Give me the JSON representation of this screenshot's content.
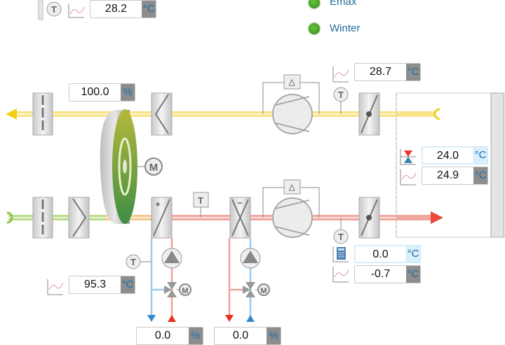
{
  "status": {
    "emax_label": "Emax",
    "winter_label": "Winter",
    "led_color": "#4caf2a"
  },
  "sensors": {
    "outdoor_temp": {
      "value": "28.2",
      "unit": "°C"
    },
    "wheel_speed": {
      "value": "100.0",
      "unit": "%"
    },
    "exhaust_temp": {
      "value": "28.7",
      "unit": "°C"
    },
    "room_setpoint": {
      "value": "24.0",
      "unit": "°C"
    },
    "room_temp": {
      "value": "24.9",
      "unit": "°C"
    },
    "supply_setpoint_offset": {
      "value": "0.0",
      "unit": "°C"
    },
    "supply_temp": {
      "value": "-0.7",
      "unit": "°C"
    },
    "heater_return_temp": {
      "value": "95.3",
      "unit": "°C"
    },
    "heater_valve": {
      "value": "0.0",
      "unit": "%"
    },
    "cooler_valve": {
      "value": "0.0",
      "unit": "%"
    }
  },
  "symbols": {
    "temp_sensor": "T",
    "pressure_delta": "Δ",
    "motor": "M",
    "heater_sign": "+",
    "cooler_sign": "−"
  },
  "colors": {
    "exhaust_air": "#f7e38a",
    "outdoor_air": "#b9dc8c",
    "mixed_air": "#f6c98a",
    "supply_air": "#f2a79c",
    "hot_water": "#e84a3c",
    "cold_water": "#2e8ad0"
  }
}
